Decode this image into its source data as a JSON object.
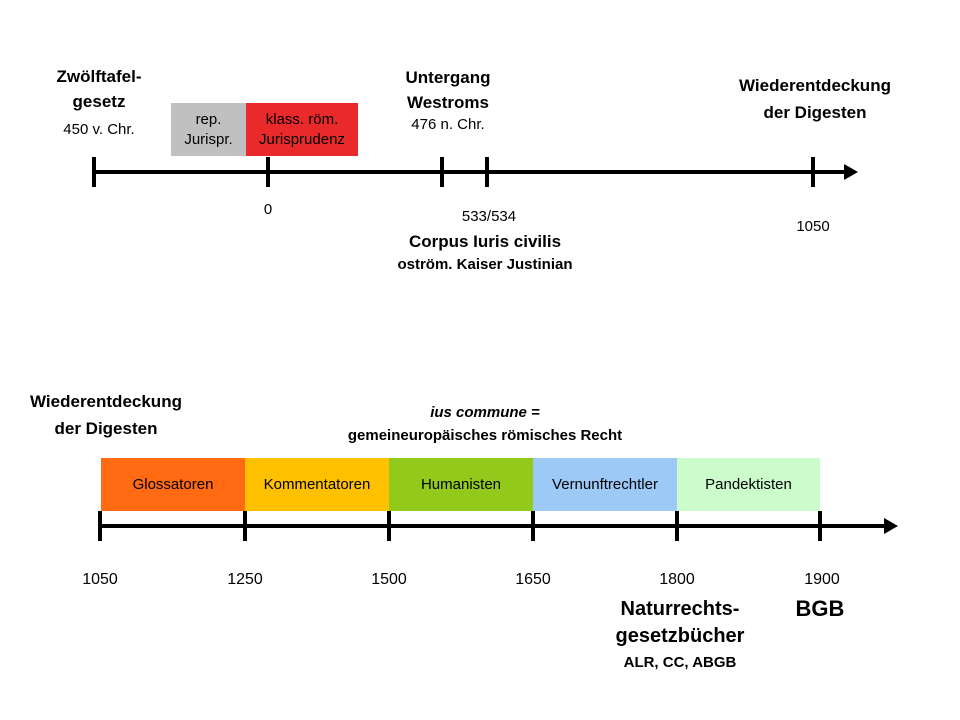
{
  "timeline1": {
    "zwoelftafel": {
      "title": "Zwölftafel-\ngesetz",
      "date": "450 v. Chr."
    },
    "boxes": [
      {
        "label": "rep.\nJurispr.",
        "color": "#c0c0c0",
        "text_color": "#000000"
      },
      {
        "label": "klass. röm.\nJurisprudenz",
        "color": "#ea2a2a",
        "text_color": "#000000"
      }
    ],
    "untergang": {
      "title": "Untergang\nWestroms",
      "date": "476 n. Chr."
    },
    "wiederentdeckung": {
      "title": "Wiederentdeckung\nder Digesten"
    },
    "year_0": "0",
    "year_533": "533/534",
    "corpus_title": "Corpus Iuris civilis",
    "corpus_sub": "oström. Kaiser Justinian",
    "year_1050": "1050"
  },
  "timeline2": {
    "wiederentdeckung": {
      "title": "Wiederentdeckung\nder Digesten"
    },
    "ius_commune": {
      "title": "ius commune =",
      "subtitle": "gemeineuropäisches römisches Recht"
    },
    "periods": [
      {
        "label": "Glossatoren",
        "color": "#ff6a13"
      },
      {
        "label": "Kommentatoren",
        "color": "#ffc000"
      },
      {
        "label": "Humanisten",
        "color": "#92c91a"
      },
      {
        "label": "Vernunftrechtler",
        "color": "#9dc9f7"
      },
      {
        "label": "Pandektisten",
        "color": "#ccfccc"
      }
    ],
    "years": [
      "1050",
      "1250",
      "1500",
      "1650",
      "1800",
      "1900"
    ],
    "naturrecht": {
      "title": "Naturrechts-\ngesetzbücher",
      "sub": "ALR, CC, ABGB"
    },
    "bgb": "BGB"
  },
  "colors": {
    "axis": "#000000"
  }
}
